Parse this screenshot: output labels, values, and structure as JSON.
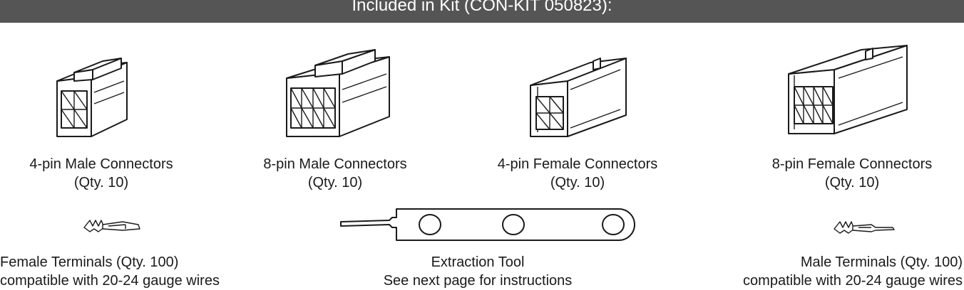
{
  "header": {
    "title": "Included in Kit (CON-KIT 050823):"
  },
  "items": [
    {
      "name": "4-pin Male Connectors",
      "qty": "(Qty. 10)",
      "icon": "4-pin-male-connector-icon"
    },
    {
      "name": "8-pin Male Connectors",
      "qty": "(Qty. 10)",
      "icon": "8-pin-male-connector-icon"
    },
    {
      "name": "4-pin Female Connectors",
      "qty": "(Qty. 10)",
      "icon": "4-pin-female-connector-icon"
    },
    {
      "name": "8-pin Female Connectors",
      "qty": "(Qty. 10)",
      "icon": "8-pin-female-connector-icon"
    },
    {
      "name": "Female Terminals (Qty. 100)",
      "qty": "compatible with 20-24 gauge wires",
      "icon": "female-terminal-icon"
    },
    {
      "name": "Extraction Tool",
      "qty": "See next page for instructions",
      "icon": "extraction-tool-icon"
    },
    {
      "name": "Male Terminals (Qty. 100)",
      "qty": "compatible with 20-24 gauge wires",
      "icon": "male-terminal-icon"
    }
  ]
}
